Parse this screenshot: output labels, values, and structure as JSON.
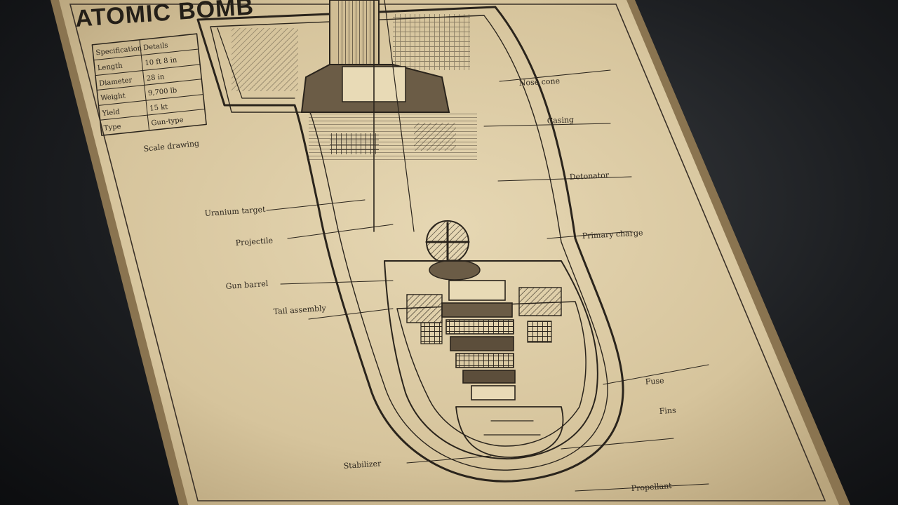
{
  "poster": {
    "title": "ATOMIC BOMB",
    "spec_table": [
      [
        "Specification",
        "Details"
      ],
      [
        "Length",
        "10 ft 8 in"
      ],
      [
        "Diameter",
        "28 in"
      ],
      [
        "Weight",
        "9,700 lb"
      ],
      [
        "Yield",
        "15 kt"
      ],
      [
        "Type",
        "Gun-type"
      ]
    ],
    "table_caption": "Scale drawing",
    "callouts": [
      "Nose cone",
      "Casing",
      "Detonator",
      "Primary charge",
      "Uranium target",
      "Projectile",
      "Gun barrel",
      "Tail assembly",
      "Fuse",
      "Fins",
      "Stabilizer",
      "Propellant"
    ],
    "colors": {
      "paper": "#d8c7a1",
      "ink": "#2a241c",
      "frame": "#8a7450",
      "background": "#1c1e21"
    }
  }
}
